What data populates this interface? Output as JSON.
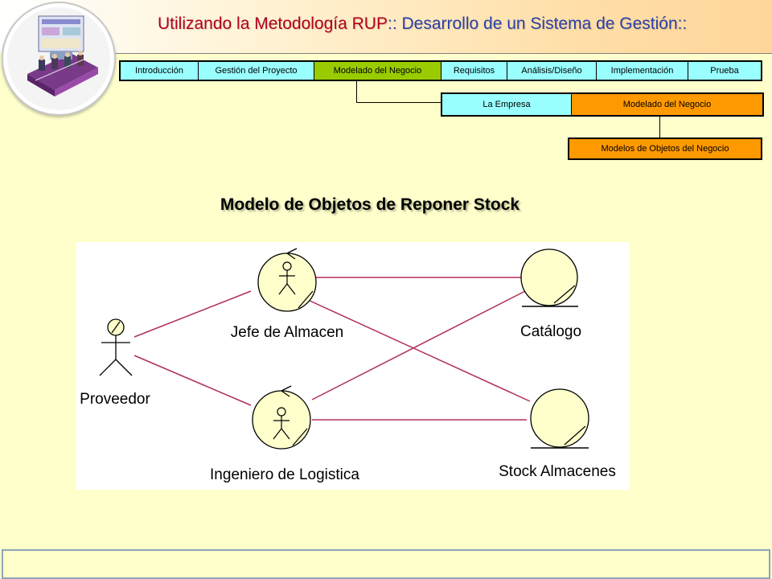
{
  "header": {
    "title_part1": "Utilizando la Metodología RUP",
    "separator1": "::",
    "title_part2": " Desarrollo de un Sistema de Gestión",
    "separator2": "::"
  },
  "nav": {
    "items": [
      {
        "label": "Introducción"
      },
      {
        "label": "Gestión del Proyecto"
      },
      {
        "label": "Modelado del Negocio",
        "active": true
      },
      {
        "label": "Requisitos"
      },
      {
        "label": "Análisis/Diseño"
      },
      {
        "label": "Implementación"
      },
      {
        "label": "Prueba"
      }
    ]
  },
  "subnav": {
    "items": [
      {
        "label": "La Empresa"
      },
      {
        "label": "Modelado del Negocio"
      }
    ],
    "level2": {
      "label": "Modelos de Objetos del  Negocio"
    }
  },
  "content": {
    "title": "Modelo de Objetos de Reponer Stock"
  },
  "diagram": {
    "actor": {
      "label": "Proveedor"
    },
    "workers": [
      {
        "label": "Jefe de Almacen"
      },
      {
        "label": "Ingeniero de Logistica"
      }
    ],
    "entities": [
      {
        "label": "Catálogo"
      },
      {
        "label": "Stock Almacenes"
      }
    ],
    "colors": {
      "link": "#B0305A",
      "worker_fill": "#FFFFCC",
      "entity_fill": "#FFFFCC",
      "background": "#FFFFFF"
    }
  },
  "colors": {
    "page_bg": "#FFFFCC",
    "nav_bg": "#99FFFF",
    "nav_active": "#99CC00",
    "sub_active": "#FF9900",
    "title_red": "#B3001B",
    "title_blue": "#2A3FA8"
  }
}
